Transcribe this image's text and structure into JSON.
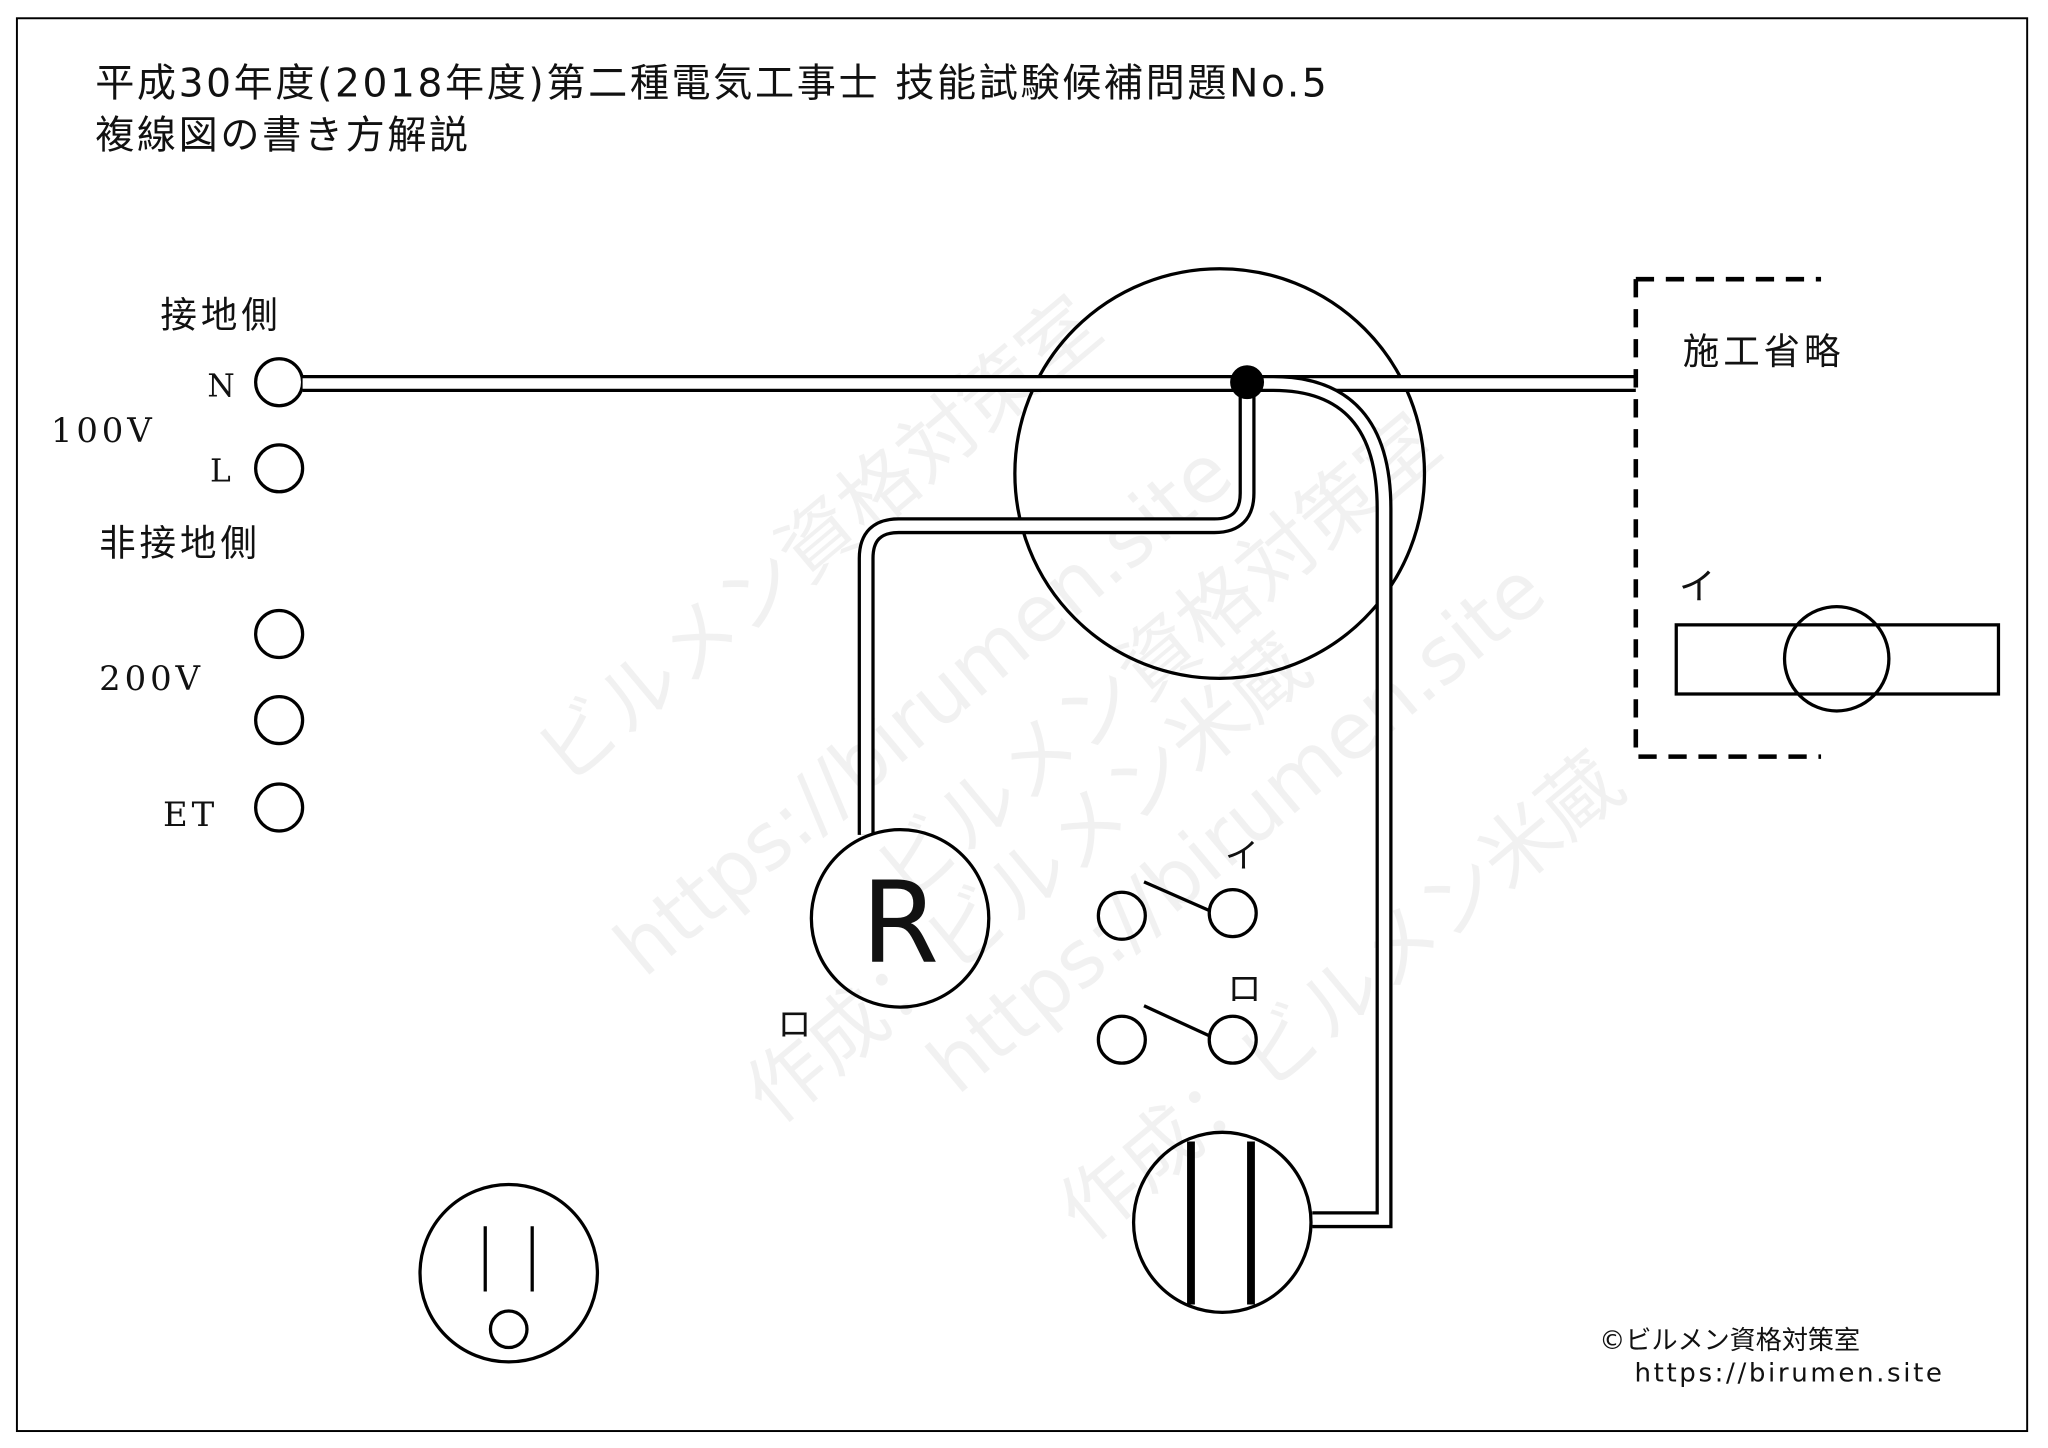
{
  "title": {
    "line1": "平成30年度(2018年度)第二種電気工事士 技能試験候補問題No.5",
    "line2": "複線図の書き方解説"
  },
  "source": {
    "grounded_side": "接地側",
    "N": "N",
    "v100": "100V",
    "L": "L",
    "ungrounded_side": "非接地側",
    "v200": "200V",
    "ET": "ET"
  },
  "omitted": {
    "label": "施工省略",
    "lamp_label": "イ"
  },
  "devices": {
    "receptacle_symbol": "R",
    "receptacle_label": "ロ",
    "switch1_label": "イ",
    "switch2_label": "ロ"
  },
  "credit": {
    "copyright": "©ビルメン資格対策室",
    "url": "https://birumen.site"
  },
  "watermark": {
    "line1": "ビルメン資格対策室",
    "line2": "https://birumen.site",
    "line3": "作成：ビルメン米蔵"
  }
}
